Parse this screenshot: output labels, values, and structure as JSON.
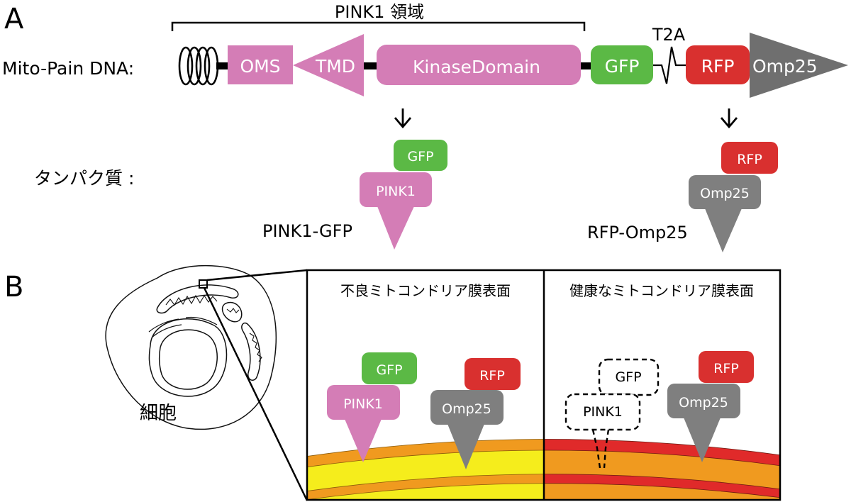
{
  "panel_a": {
    "letter": "A",
    "region_label": "PINK1 領域",
    "dna_label": "Mito-Pain DNA:",
    "protein_label": "タンパク質 :",
    "t2a_label": "T2A",
    "segments": {
      "oms": "OMS",
      "tmd": "TMD",
      "kinase": "KinaseDomain",
      "gfp": "GFP",
      "rfp": "RFP",
      "omp25": "Omp25"
    },
    "products": {
      "left_name": "PINK1-GFP",
      "left_tag": "GFP",
      "left_body": "PINK1",
      "right_name": "RFP-Omp25",
      "right_tag": "RFP",
      "right_body": "Omp25"
    }
  },
  "panel_b": {
    "letter": "B",
    "cell_label": "細胞",
    "damaged_title": "不良ミトコンドリア膜表面",
    "healthy_title": "健康なミトコンドリア膜表面",
    "damaged": {
      "tag1": "GFP",
      "body1": "PINK1",
      "tag2": "RFP",
      "body2": "Omp25"
    },
    "healthy": {
      "tag1": "GFP",
      "body1": "PINK1",
      "tag2": "RFP",
      "body2": "Omp25"
    }
  },
  "colors": {
    "pink": "#d47db6",
    "green": "#5bb945",
    "red": "#d9302f",
    "gray": "#7f7f7f",
    "membrane_yellow": "#f5ed1c",
    "membrane_orange": "#f09a1f",
    "membrane_red": "#e02a2a"
  }
}
